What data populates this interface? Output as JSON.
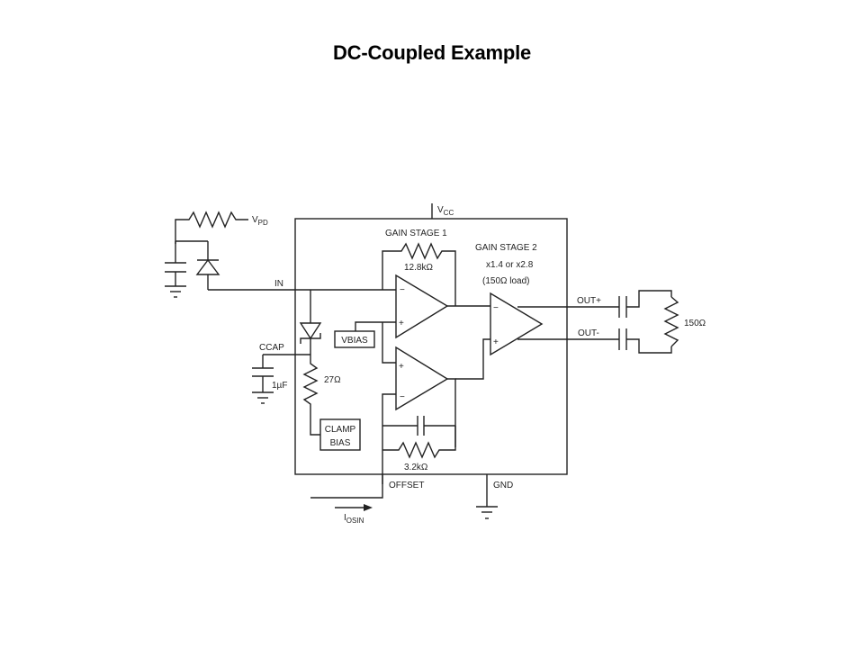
{
  "slide": {
    "title": "DC-Coupled Example"
  },
  "diagram": {
    "labels": {
      "vpd_main": "V",
      "vpd_sub": "PD",
      "vcc_main": "V",
      "vcc_sub": "CC",
      "in": "IN",
      "ccap": "CCAP",
      "cap_1uf": "1µF",
      "r_27": "27Ω",
      "vbias": "VBIAS",
      "clamp_bias_1": "CLAMP",
      "clamp_bias_2": "BIAS",
      "gain_stage_1": "GAIN STAGE 1",
      "r_12k8": "12.8kΩ",
      "gain_stage_2": "GAIN STAGE 2",
      "gain_stage_2_gain": "x1.4 or x2.8",
      "gain_stage_2_load": "(150Ω load)",
      "r_3k2": "3.2kΩ",
      "out_plus": "OUT+",
      "out_minus": "OUT-",
      "r_150": "150Ω",
      "offset": "OFFSET",
      "gnd": "GND",
      "iosin_main": "I",
      "iosin_sub": "OSIN",
      "minus_sign": "−",
      "plus_sign": "+"
    }
  }
}
